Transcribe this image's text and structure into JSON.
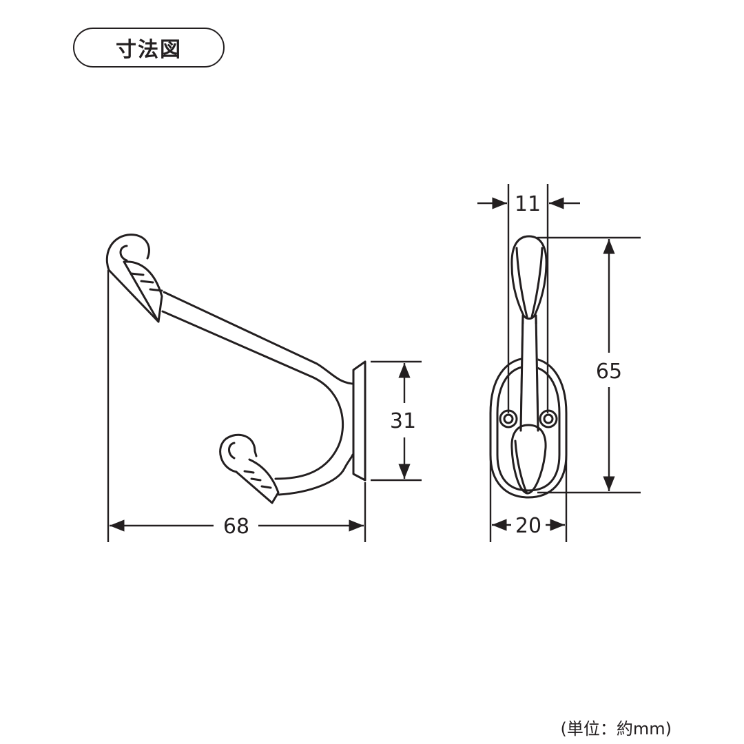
{
  "title": "寸法図",
  "unit_note": "(単位：約mm)",
  "dimensions": {
    "side_width": "68",
    "base_height": "31",
    "front_depth_top": "11",
    "front_height": "65",
    "front_width": "20"
  },
  "colors": {
    "line": "#231f20",
    "background": "#ffffff"
  }
}
